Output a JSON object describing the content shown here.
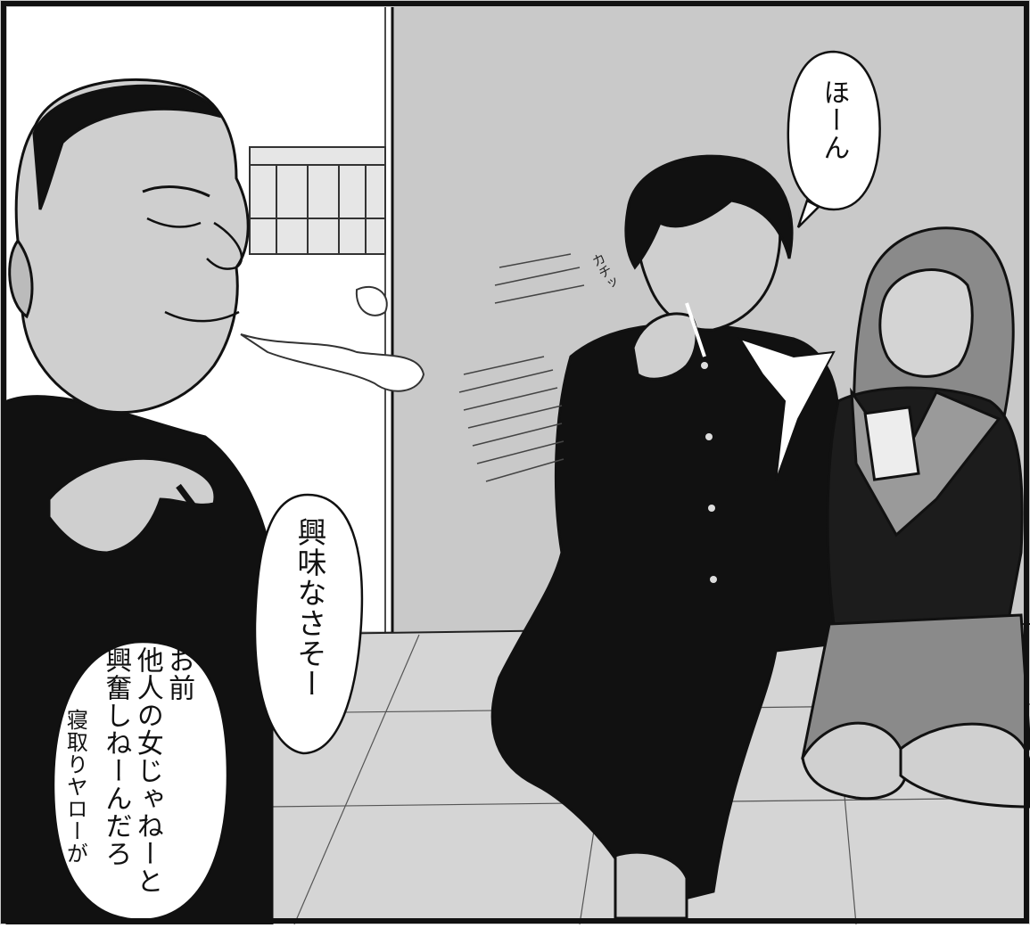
{
  "panel": {
    "colors": {
      "wall": "#c9c9c9",
      "floor": "#d6d6d6",
      "ink": "#111111",
      "paper": "#ffffff"
    }
  },
  "dialogue": {
    "hoon": "ほーん",
    "kyoumi": "興味なさそー",
    "omae": "お前\n他人の女じゃねーと\n興奮しねーんだろ",
    "netori": "寝取りヤローが"
  },
  "sfx": {
    "kachi": "カチッ"
  }
}
